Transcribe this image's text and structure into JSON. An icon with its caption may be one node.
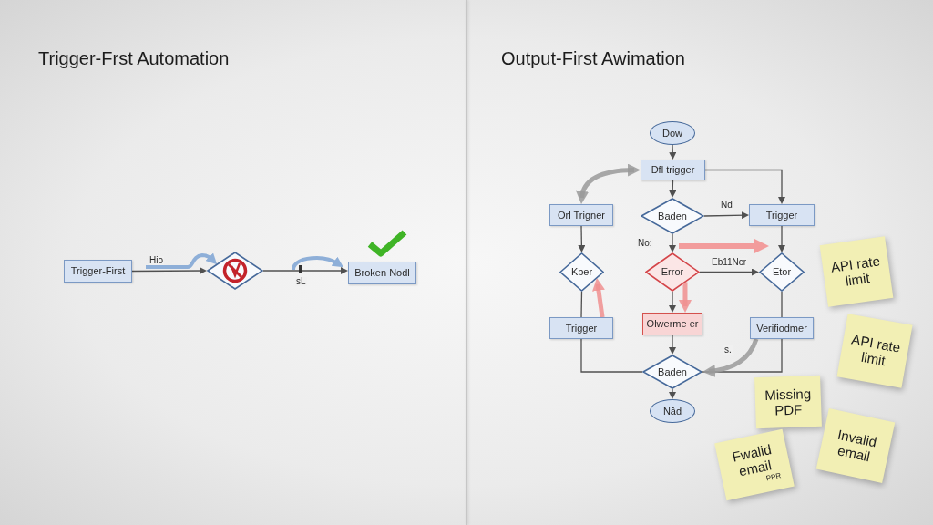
{
  "diagram": {
    "nodes": [
      {
        "text": [
          "Trigger-First"
        ]
      },
      {
        "text": [],
        "shape": "diamond"
      },
      {
        "text": [
          "Broken Nodl"
        ]
      },
      {
        "text": [
          "Dow"
        ]
      },
      {
        "text": [
          "Dfl trigger"
        ]
      },
      {
        "text": [
          "Orl Trigner"
        ]
      },
      {
        "text": [
          "Baden"
        ]
      },
      {
        "text": [
          "Trigger"
        ]
      },
      {
        "text": [
          "Kber"
        ]
      },
      {
        "text": [
          "Error"
        ]
      },
      {
        "text": [
          "Etor"
        ]
      },
      {
        "text": [
          "Trigger"
        ]
      },
      {
        "text": [
          "Olwerme er"
        ]
      },
      {
        "text": [
          "Verifiodmer"
        ]
      },
      {
        "text": [
          "Baden"
        ]
      },
      {
        "text": [
          "Nâd"
        ]
      },
      {
        "text": [
          "API rate limit"
        ]
      },
      {
        "text": [
          "API rate limit"
        ]
      },
      {
        "text": [
          "Missing PDF"
        ]
      },
      {
        "text": [
          "Fwalid email",
          "PPR"
        ]
      },
      {
        "text": [
          "Invalid email"
        ]
      }
    ],
    "edges": [
      {
        "from": 0,
        "to": 1,
        "arrow": "to",
        "label": "Hio"
      },
      {
        "from": 1,
        "to": 2,
        "arrow": "to",
        "label": "sL"
      },
      {
        "from": 3,
        "to": 4,
        "arrow": "to"
      },
      {
        "from": 4,
        "to": 6,
        "arrow": "to"
      },
      {
        "from": 4,
        "to": 7,
        "arrow": "to"
      },
      {
        "from": 5,
        "to": 4,
        "arrow": "both",
        "style": "thick",
        "color": "#9a9a9a"
      },
      {
        "from": 6,
        "to": 7,
        "arrow": "to",
        "label": "Nd"
      },
      {
        "from": 6,
        "to": 9,
        "arrow": "to",
        "label": "No:"
      },
      {
        "from": 5,
        "to": 8,
        "arrow": "to"
      },
      {
        "from": 7,
        "to": 10,
        "arrow": "to"
      },
      {
        "from": 9,
        "to": 10,
        "arrow": "to",
        "label": "Eb11Ncr"
      },
      {
        "from": 9,
        "to": 12,
        "arrow": "to"
      },
      {
        "from": 9,
        "to": 12,
        "arrow": "to",
        "style": "thick",
        "color": "#f08f8f"
      },
      {
        "from": 8,
        "to": 11,
        "arrow": "none"
      },
      {
        "from": 11,
        "to": 8,
        "arrow": "to",
        "style": "thick",
        "color": "#f08f8f"
      },
      {
        "from": 10,
        "to": 13,
        "arrow": "none"
      },
      {
        "from": 12,
        "to": 14,
        "arrow": "to"
      },
      {
        "from": 11,
        "to": 14,
        "arrow": "none"
      },
      {
        "from": 13,
        "to": 14,
        "arrow": "none"
      },
      {
        "from": 13,
        "to": 14,
        "arrow": "to",
        "label": "s.",
        "style": "thick",
        "color": "#9a9a9a"
      },
      {
        "from": 14,
        "to": 15,
        "arrow": "to"
      }
    ],
    "labels": [
      "Trigger-Frst Automation",
      "Output-First Awimation"
    ]
  }
}
